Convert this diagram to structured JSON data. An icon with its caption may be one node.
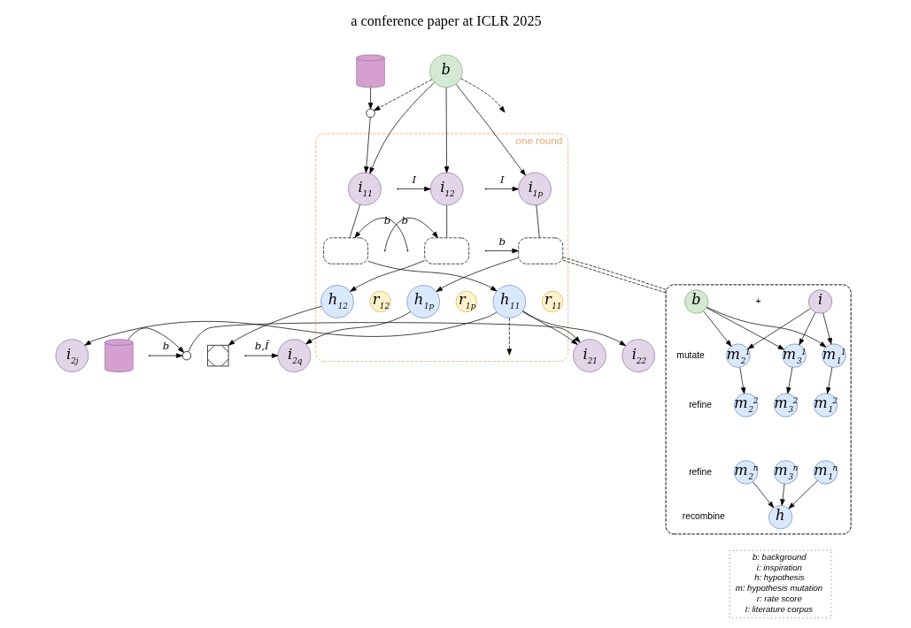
{
  "diagram": {
    "nodes": [
      {
        "text": [
          "b"
        ]
      },
      {
        "text": [
          "one round"
        ]
      },
      {
        "text": [],
        "shape": "cylinder"
      },
      {
        "text": [],
        "shape": "circle"
      },
      {
        "text": [
          "i$_{11}$"
        ],
        "in": 1
      },
      {
        "text": [
          "i$_{12}$"
        ],
        "in": 1
      },
      {
        "text": [
          "i$_{1p}$"
        ],
        "in": 1
      },
      {
        "text": [],
        "shape": "box",
        "in": 1
      },
      {
        "text": [],
        "shape": "box",
        "in": 1
      },
      {
        "text": [],
        "shape": "box",
        "in": 1
      },
      {
        "text": [
          "h$_{11}$"
        ],
        "in": 1
      },
      {
        "text": [
          "r$_{11}$"
        ],
        "in": 1
      },
      {
        "text": [
          "h$_{12}$"
        ],
        "in": 1
      },
      {
        "text": [
          "r$_{12}$"
        ],
        "in": 1
      },
      {
        "text": [
          "h$_{1p}$"
        ],
        "in": 1
      },
      {
        "text": [
          "r$_{1p}$"
        ],
        "in": 1
      },
      {
        "text": [],
        "shape": "cylinder"
      },
      {
        "text": [],
        "shape": "circle"
      },
      {
        "text": [
          "i$_{21}$"
        ]
      },
      {
        "text": [
          "i$_{22}$"
        ]
      },
      {
        "text": [
          "i$_{2j}$"
        ]
      },
      {
        "text": [],
        "shape": "cross"
      },
      {
        "text": [
          "i$_{2q}$"
        ]
      },
      {
        "text": [],
        "shape": "box"
      },
      {
        "text": [
          "b"
        ],
        "in": 23
      },
      {
        "text": [
          "i"
        ],
        "in": 23
      },
      {
        "text": [
          "m$_{1}$$^{1}$"
        ],
        "in": 23
      },
      {
        "text": [
          "m$_{2}$$^{1}$"
        ],
        "in": 23
      },
      {
        "text": [
          "m$_{3}$$^{1}$"
        ],
        "in": 23
      },
      {
        "text": [
          "m$_{1}$$^{2}$"
        ],
        "in": 23
      },
      {
        "text": [
          "m$_{2}$$^{2}$"
        ],
        "in": 23
      },
      {
        "text": [
          "m$_{3}$$^{2}$"
        ],
        "in": 23
      },
      {
        "text": [
          "m$_{1}$$^{n}$"
        ],
        "in": 23
      },
      {
        "text": [
          "m$_{2}$$^{n}$"
        ],
        "in": 23
      },
      {
        "text": [
          "m$_{3}$$^{n}$"
        ],
        "in": 23
      },
      {
        "text": [
          "h"
        ],
        "in": 23
      }
    ],
    "edges": [
      {
        "from": 0,
        "to": 3,
        "arrow": "to",
        "style": "dashed"
      },
      {
        "from": 2,
        "to": 3,
        "arrow": "to"
      },
      {
        "from": 3,
        "to": 4,
        "arrow": "to"
      },
      {
        "from": 0,
        "to": 4,
        "arrow": "to"
      },
      {
        "from": 0,
        "to": 5,
        "arrow": "to"
      },
      {
        "from": 0,
        "to": null,
        "arrow": "to",
        "style": "dashed"
      },
      {
        "from": 0,
        "to": 6,
        "arrow": "to"
      },
      {
        "from": null,
        "to": 5,
        "arrow": "to",
        "label": "I"
      },
      {
        "from": null,
        "to": 6,
        "arrow": "to",
        "label": "I"
      },
      {
        "from": 4,
        "to": 7,
        "arrow": "none"
      },
      {
        "from": 5,
        "to": 8,
        "arrow": "none"
      },
      {
        "from": 6,
        "to": 9,
        "arrow": "none"
      },
      {
        "from": null,
        "to": 7,
        "arrow": "to",
        "label": "b"
      },
      {
        "from": null,
        "to": 8,
        "arrow": "to",
        "label": "b"
      },
      {
        "from": null,
        "to": 9,
        "arrow": "to",
        "label": "b"
      },
      {
        "from": 7,
        "to": 10,
        "arrow": "to"
      },
      {
        "from": 8,
        "to": 12,
        "arrow": "to"
      },
      {
        "from": 9,
        "to": 14,
        "arrow": "to"
      },
      {
        "from": 9,
        "to": 23,
        "arrow": "none",
        "style": "dashed"
      },
      {
        "from": 9,
        "to": 23,
        "arrow": "none",
        "style": "dashed"
      },
      {
        "from": 10,
        "to": 18,
        "arrow": "to"
      },
      {
        "from": 10,
        "to": 19,
        "arrow": "to"
      },
      {
        "from": 10,
        "to": null,
        "arrow": "to",
        "style": "dashed"
      },
      {
        "from": 10,
        "to": 20,
        "arrow": "to"
      },
      {
        "from": 12,
        "to": 21,
        "arrow": "to"
      },
      {
        "from": 14,
        "to": 22,
        "arrow": "to"
      },
      {
        "from": 16,
        "to": 17,
        "arrow": "to"
      },
      {
        "from": null,
        "to": 17,
        "arrow": "to",
        "label": "b"
      },
      {
        "from": 17,
        "to": 18,
        "arrow": "to"
      },
      {
        "from": null,
        "to": 22,
        "arrow": "to",
        "label": "b,Î"
      },
      {
        "from": 24,
        "to": 26,
        "arrow": "to"
      },
      {
        "from": 25,
        "to": 26,
        "arrow": "to"
      },
      {
        "from": 24,
        "to": 27,
        "arrow": "to"
      },
      {
        "from": 25,
        "to": 27,
        "arrow": "to"
      },
      {
        "from": 24,
        "to": 28,
        "arrow": "to"
      },
      {
        "from": 25,
        "to": 28,
        "arrow": "to"
      },
      {
        "from": 26,
        "to": 29,
        "arrow": "to"
      },
      {
        "from": 27,
        "to": 30,
        "arrow": "to"
      },
      {
        "from": 28,
        "to": 31,
        "arrow": "to"
      },
      {
        "from": 32,
        "to": 35,
        "arrow": "to"
      },
      {
        "from": 33,
        "to": 35,
        "arrow": "to"
      },
      {
        "from": 34,
        "to": 35,
        "arrow": "to"
      }
    ],
    "labels": [
      "a conference paper at ICLR 2025",
      "+",
      "mutate",
      "refine",
      "refine",
      "recombine"
    ],
    "legend": [
      {
        "text": "b: background"
      },
      {
        "text": "i: inspiration"
      },
      {
        "text": "h: hypothesis"
      },
      {
        "text": "m: hypothesis mutation"
      },
      {
        "text": "r: rate score"
      },
      {
        "text": "I: literature corpus"
      }
    ]
  }
}
